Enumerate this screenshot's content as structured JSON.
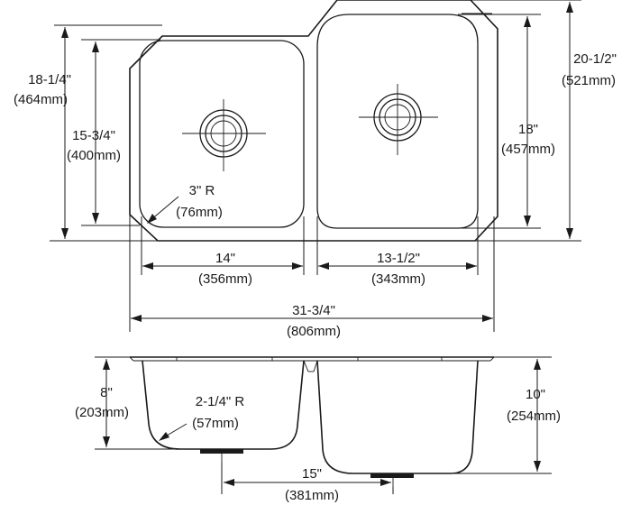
{
  "labels": {
    "d1_in": "18-1/4\"",
    "d1_mm": "(464mm)",
    "d2_in": "15-3/4\"",
    "d2_mm": "(400mm)",
    "r1_in": "3\" R",
    "r1_mm": "(76mm)",
    "d3_in": "18\"",
    "d3_mm": "(457mm)",
    "d4_in": "20-1/2\"",
    "d4_mm": "(521mm)",
    "w1_in": "14\"",
    "w1_mm": "(356mm)",
    "w2_in": "13-1/2\"",
    "w2_mm": "(343mm)",
    "w3_in": "31-3/4\"",
    "w3_mm": "(806mm)",
    "h1_in": "8\"",
    "h1_mm": "(203mm)",
    "r2_in": "2-1/4\" R",
    "r2_mm": "(57mm)",
    "h2_in": "10\"",
    "h2_mm": "(254mm)",
    "w4_in": "15\"",
    "w4_mm": "(381mm)"
  }
}
